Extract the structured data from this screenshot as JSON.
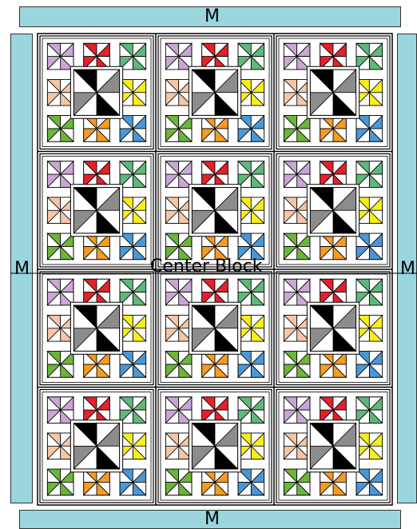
{
  "border_labels": {
    "top": "M",
    "bottom": "M",
    "left": "M",
    "right": "M"
  },
  "center_label": "Center Block",
  "colors": {
    "border_fabric": "#9bd6df",
    "purple": "#c9a6d6",
    "red": "#e5202b",
    "green": "#5fb87a",
    "peach": "#f5c6a5",
    "yellow": "#f7ee1b",
    "olive_green": "#6bb53a",
    "orange": "#f59a23",
    "blue": "#4a97d8",
    "black": "#000000",
    "gray": "#8c8c8c",
    "white": "#ffffff"
  },
  "quilt": {
    "rows": 4,
    "cols": 3
  }
}
